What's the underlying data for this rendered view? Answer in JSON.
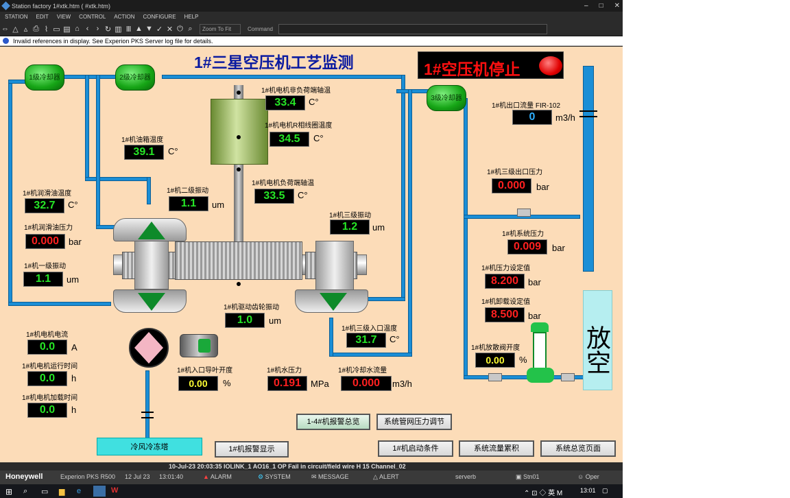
{
  "window": {
    "title": "Station   factory    1#xtk.htm  ( #xtk.htm)"
  },
  "menu": [
    "STATION",
    "EDIT",
    "VIEW",
    "CONTROL",
    "ACTION",
    "CONFIGURE",
    "HELP"
  ],
  "toolbar": {
    "zoom_label": "Zoom To Fit",
    "command_label": "Command"
  },
  "info": {
    "message": "Invalid references in display. See Experion PKS Server log file for details."
  },
  "display": {
    "title": "1#三星空压机工艺监测",
    "status_text": "1#空压机停止",
    "status_color": "#ff0000",
    "vent_label": "放空",
    "coolers": {
      "first": "1级冷却器",
      "second": "2级冷却器",
      "third": "3级冷却器"
    },
    "tower_label": "冷风冷冻塔",
    "tags": {
      "motor_nde_bearing_label": "1#机电机非负荷端轴温",
      "motor_nde_bearing_value": "33.4",
      "motor_winding_label": "1#机电机R相线圈温度",
      "motor_winding_value": "34.5",
      "motor_de_bearing_label": "1#机电机负荷端轴温",
      "motor_de_bearing_value": "33.5",
      "oil_tank_temp_label": "1#机油箱温度",
      "oil_tank_temp_value": "39.1",
      "lube_oil_temp_label": "1#机润滑油温度",
      "lube_oil_temp_value": "32.7",
      "stage2_vib_label": "1#机二级振动",
      "stage2_vib_value": "1.1",
      "stage3_vib_label": "1#机三级振动",
      "stage3_vib_value": "1.2",
      "lube_oil_press_label": "1#机润滑油压力",
      "lube_oil_press_value": "0.000",
      "stage1_vib_label": "1#机一级振动",
      "stage1_vib_value": "1.1",
      "drive_gear_vib_label": "1#机驱动齿轮振动",
      "drive_gear_vib_value": "1.0",
      "stage3_inlet_temp_label": "1#机三级入口温度",
      "stage3_inlet_temp_value": "31.7",
      "outlet_flow_label": "1#机出口流量 FIR-102",
      "outlet_flow_value": "0",
      "stage3_outlet_press_label": "1#机三级出口压力",
      "stage3_outlet_press_value": "0.000",
      "system_press_label": "1#机系统压力",
      "system_press_value": "0.009",
      "press_setpoint_label": "1#机压力设定值",
      "press_setpoint_value": "8.200",
      "unload_setpoint_label": "1#机卸载设定值",
      "unload_setpoint_value": "8.500",
      "blowoff_valve_label": "1#机放散阀开度",
      "blowoff_valve_value": "0.00",
      "motor_current_label": "1#机电机电流",
      "motor_current_value": "0.0",
      "motor_run_time_label": "1#机电机运行时间",
      "motor_run_time_value": "0.0",
      "motor_load_time_label": "1#机电机加载时间",
      "motor_load_time_value": "0.0",
      "inlet_guide_vane_label": "1#机入口导叶开度",
      "inlet_guide_vane_value": "0.00",
      "water_press_label": "1#机水压力",
      "water_press_value": "0.191",
      "cooling_water_flow_label": "1#机冷却水流量",
      "cooling_water_flow_value": "0.000"
    },
    "units": {
      "celsius": "C°",
      "micron": "um",
      "bar": "bar",
      "amp": "A",
      "hour": "h",
      "percent": "%",
      "mpa": "MPa",
      "flow": "m3/h"
    },
    "buttons": {
      "alarm_overview": "1-4#机报警总览",
      "pipe_pressure": "系统管网压力调节",
      "alarm_display": "1#机报警显示",
      "start_conditions": "1#机启动条件",
      "flow_accum": "系统流量累积",
      "system_overview": "系统总览页面"
    }
  },
  "statusbar": {
    "message": "10-Jul-23  20:03:35  IOLINK_1   AO16_1   OP Fail in circuit/field wire  H 15 Channel_02"
  },
  "alarmbar": {
    "brand": "Honeywell",
    "product": "Experion PKS R500",
    "date": "12 Jul 23",
    "time": "13:01:40",
    "alarm": "ALARM",
    "system": "SYSTEM",
    "message": "MESSAGE",
    "alert": "ALERT",
    "server": "serverb",
    "station": "Stn01",
    "operator": "Oper"
  },
  "taskbar": {
    "clock": "13:01"
  }
}
